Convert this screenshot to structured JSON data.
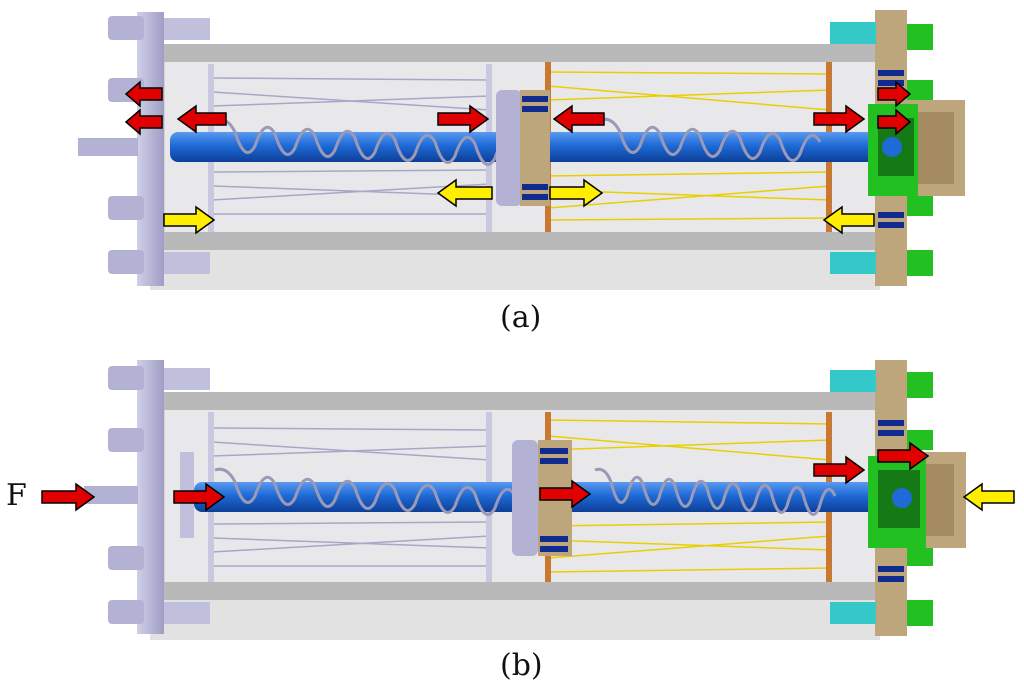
{
  "panels": [
    {
      "id": "a",
      "caption": "(a)"
    },
    {
      "id": "b",
      "caption": "(b)"
    }
  ],
  "force_label": "F",
  "colors": {
    "tube": "#c8c8c8",
    "tube_dark": "#a8a8a8",
    "flange": "#b8b6d8",
    "rod": "#1f6ad6",
    "rod_dark": "#0d4aa8",
    "spring": "#9a9ab8",
    "wire_left": "#a7a7c8",
    "wire_right": "#e8d000",
    "brass": "#bda57c",
    "copper": "#c87830",
    "cyan": "#35c8c8",
    "green": "#22c020",
    "dark_green": "#157a15",
    "navy": "#102a90",
    "arrow_red": "#e00000",
    "arrow_yellow": "#ffee00"
  }
}
